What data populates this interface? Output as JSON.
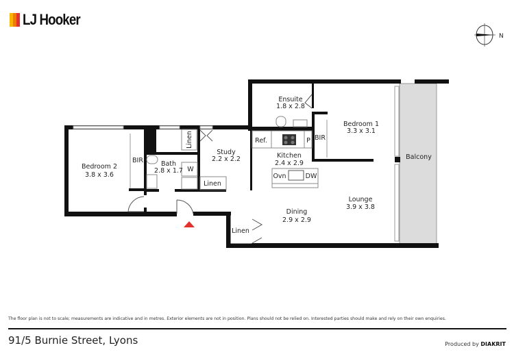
{
  "brand": {
    "name": "LJ Hooker",
    "colors": [
      "#f7b500",
      "#f07c00",
      "#e4312b"
    ]
  },
  "compass": {
    "label": "N",
    "icon": "north-arrow-icon"
  },
  "rooms": [
    {
      "name": "Bedroom 2",
      "size": "3.8 x 3.6"
    },
    {
      "name": "Bath",
      "size": "2.8 x 1.7"
    },
    {
      "name": "Study",
      "size": "2.2 x 2.2"
    },
    {
      "name": "Ensuite",
      "size": "1.8 x 2.8"
    },
    {
      "name": "Bedroom 1",
      "size": "3.3 x 3.1"
    },
    {
      "name": "Kitchen",
      "size": "2.4 x 2.9"
    },
    {
      "name": "Lounge",
      "size": "3.9 x 3.8"
    },
    {
      "name": "Dining",
      "size": "2.9 x 2.9"
    },
    {
      "name": "Balcony",
      "size": ""
    }
  ],
  "fixtures": {
    "bir": "BIR",
    "linen": "Linen",
    "w": "W",
    "ref": "Ref.",
    "p": "P",
    "ovn": "Ovn",
    "dw": "DW"
  },
  "entry_marker_color": "#e4312b",
  "disclaimer": "The floor plan is not to scale; measurements are indicative and in metres. Exterior elements are not in position. Plans should not be relied on. Interested parties should make and rely on their own enquiries.",
  "address": "91/5 Burnie Street, Lyons",
  "produced_by": {
    "prefix": "Produced by",
    "brand": "DIAKRIT"
  }
}
